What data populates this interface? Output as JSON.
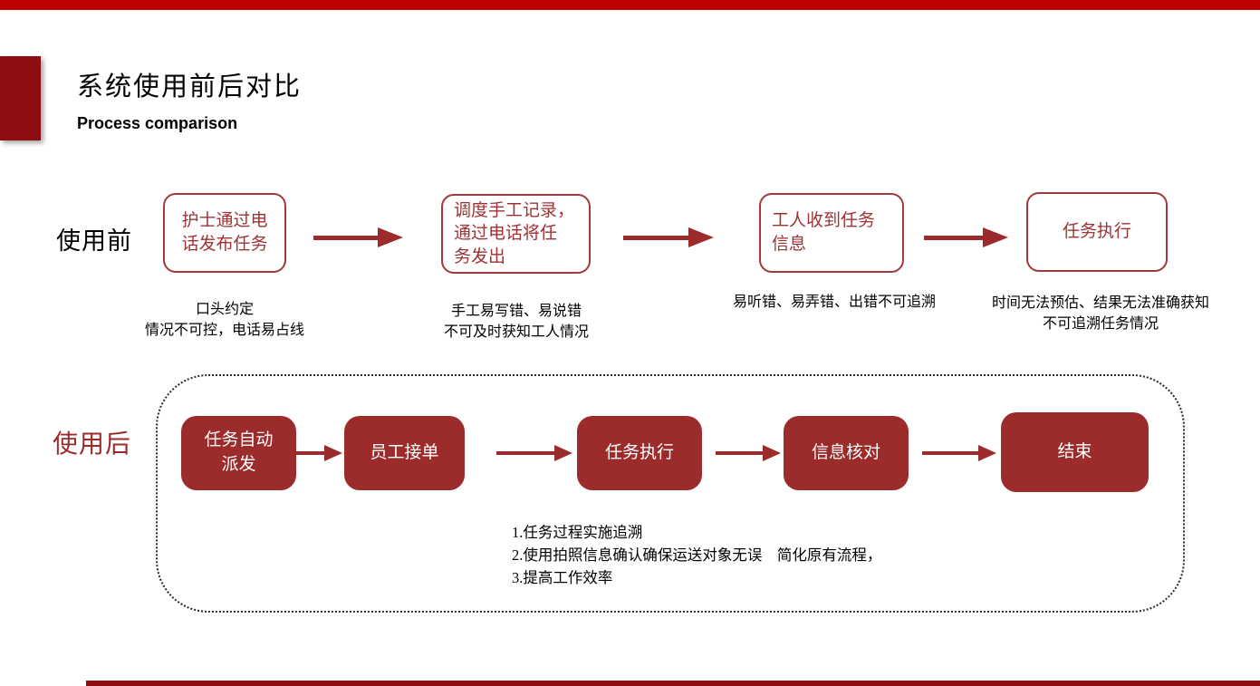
{
  "page": {
    "title": "系统使用前后对比",
    "subtitle": "Process comparison"
  },
  "colors": {
    "top_bar": "#c00000",
    "accent_dark": "#8c0e10",
    "accent": "#9c2b2c",
    "outline_box_border": "#a23a3c",
    "outline_box_text": "#9e3234"
  },
  "before": {
    "row_label": "使用前",
    "steps": [
      {
        "label": "护士通过电\n话发布任务",
        "caption": "口头约定\n情况不可控，电话易占线"
      },
      {
        "label": "调度手工记录，\n通过电话将任\n务发出",
        "caption": "手工易写错、易说错\n不可及时获知工人情况"
      },
      {
        "label": "工人收到任务\n信息",
        "caption": "易听错、易弄错、出错不可追溯"
      },
      {
        "label": "任务执行",
        "caption": "时间无法预估、结果无法准确获知\n不可追溯任务情况"
      }
    ]
  },
  "after": {
    "row_label": "使用后",
    "steps": [
      {
        "label": "任务自动\n派发"
      },
      {
        "label": "员工接单"
      },
      {
        "label": "任务执行"
      },
      {
        "label": "信息核对"
      },
      {
        "label": "结束"
      }
    ],
    "notes": "1.任务过程实施追溯\n2.使用拍照信息确认确保运送对象无误　简化原有流程，\n3.提高工作效率"
  }
}
